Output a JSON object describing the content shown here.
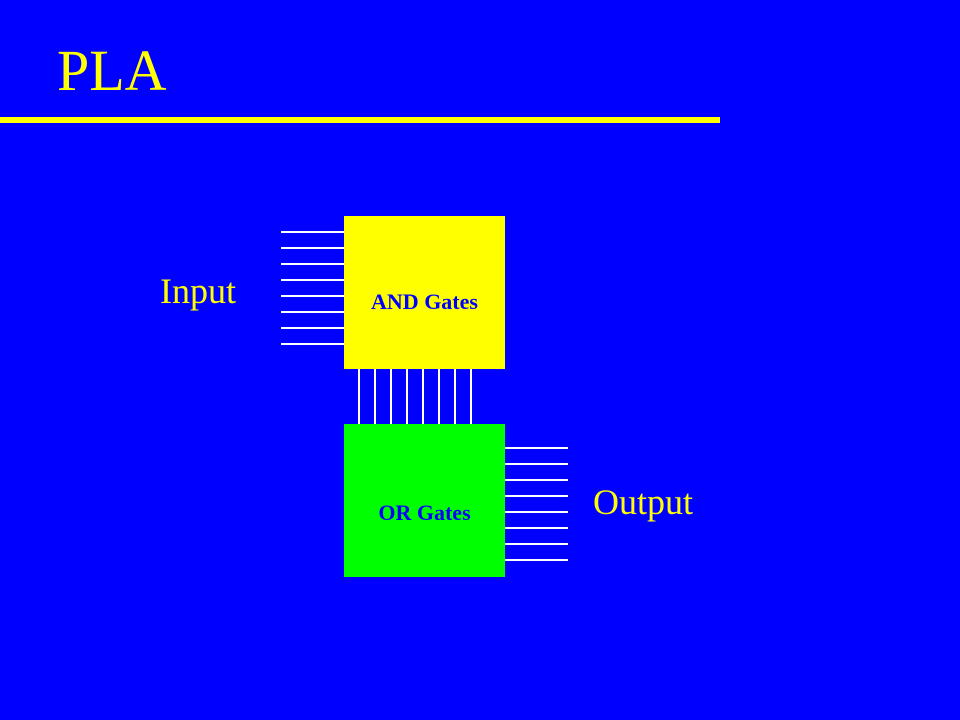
{
  "slide": {
    "title": "PLA",
    "colors": {
      "background": "#0000FF",
      "accent": "#FFFF00",
      "and_block": "#FFFF00",
      "or_block": "#00FF00",
      "wires": "#FFFFFF"
    }
  },
  "diagram": {
    "input_label": "Input",
    "output_label": "Output",
    "and_block_label": "AND Gates",
    "or_block_label": "OR Gates"
  }
}
